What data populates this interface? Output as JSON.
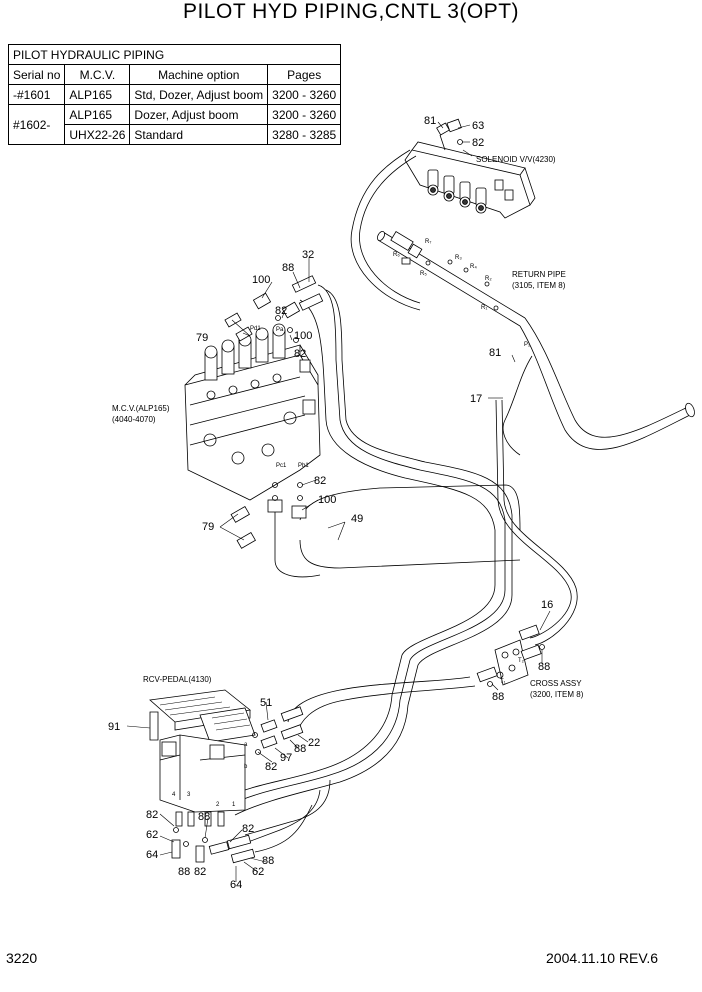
{
  "title": "PILOT HYD PIPING,CNTL 3(OPT)",
  "table": {
    "caption": "PILOT HYDRAULIC PIPING",
    "headers": [
      "Serial no",
      "M.C.V.",
      "Machine option",
      "Pages"
    ],
    "rows": [
      {
        "serial": "-#1601",
        "mcv": "ALP165",
        "option": "Std, Dozer, Adjust boom",
        "pages": "3200 - 3260"
      },
      {
        "serial": "#1602-",
        "mcv": "ALP165",
        "option": "Dozer, Adjust boom",
        "pages": "3200 - 3260"
      },
      {
        "serial": "",
        "mcv": "UHX22-26",
        "option": "Standard",
        "pages": "3280 - 3285"
      }
    ]
  },
  "labels": {
    "solenoid": "SOLENOID V/V(4230)",
    "return_pipe": "RETURN PIPE",
    "return_pipe_ref": "(3105, ITEM 8)",
    "mcv": "M.C.V.(ALP165)",
    "mcv_ref": "(4040-4070)",
    "cross_assy": "CROSS ASSY",
    "cross_assy_ref": "(3200, ITEM 8)",
    "rcv_pedal": "RCV-PEDAL(4130)"
  },
  "ports": {
    "pd1": "Pd1",
    "pa": "Pa",
    "pc1": "Pc1",
    "pb1": "Pb1",
    "r1": "R₁",
    "r2": "R₂",
    "r3": "R₃",
    "r4": "R₄",
    "r5": "R₅",
    "r6": "R₆",
    "r7": "R₇",
    "t1": "T₁",
    "t2": "T₂",
    "p2": "P₂",
    "ped_a": "a",
    "ped_b": "b",
    "ped_1": "1",
    "ped_2": "2",
    "ped_3": "3",
    "ped_4": "4"
  },
  "callouts": {
    "c81a": "81",
    "c63": "63",
    "c82a": "82",
    "c32": "32",
    "c88a": "88",
    "c100a": "100",
    "c82b": "82",
    "c100b": "100",
    "c82c": "82",
    "c79a": "79",
    "c81b": "81",
    "c17": "17",
    "c82d": "82",
    "c100c": "100",
    "c79b": "79",
    "c49": "49",
    "c16": "16",
    "c88b": "88",
    "c88c": "88",
    "c91": "91",
    "c51": "51",
    "c22": "22",
    "c88d": "88",
    "c97": "97",
    "c82e": "82",
    "c82f": "82",
    "c62a": "62",
    "c64a": "64",
    "c88e": "88",
    "c82g": "82",
    "c88f": "88",
    "c82h": "82",
    "c88g": "88",
    "c62b": "62",
    "c64b": "64"
  },
  "footer": {
    "page": "3220",
    "date_rev": "2004.11.10  REV.6"
  }
}
